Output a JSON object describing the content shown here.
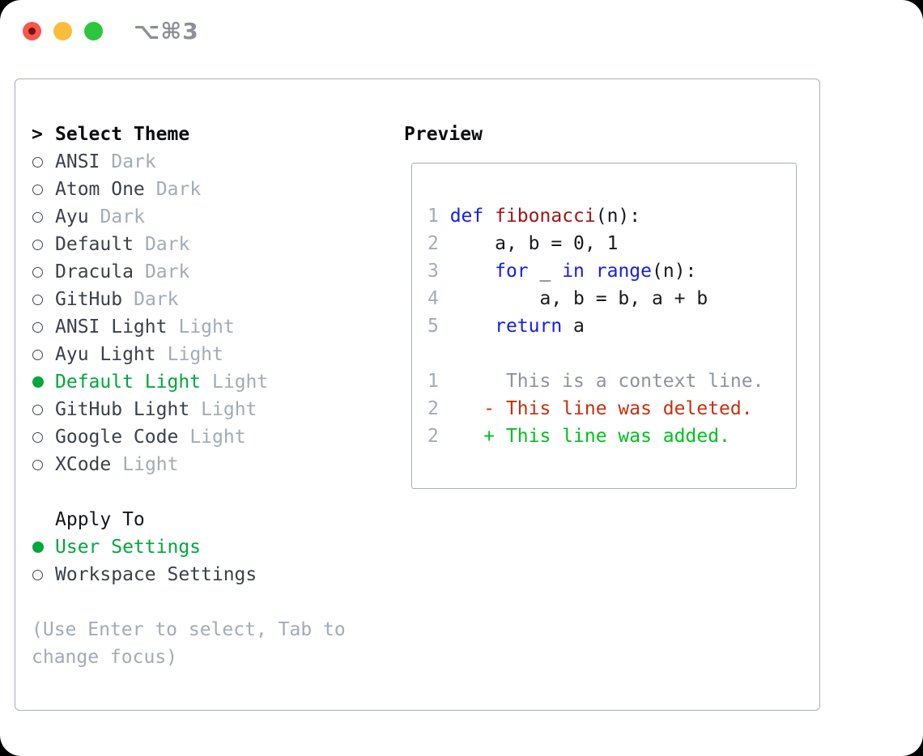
{
  "colors": {
    "accent_green": "#00a83c",
    "added_green": "#00c01e",
    "deleted_red": "#c5300e",
    "keyword_blue": "#1420e6",
    "function_red": "#a31515",
    "muted": "#a2abb8",
    "context_gray": "#8d949f",
    "text": "#3a414b",
    "heading": "#0b0c0f",
    "border": "#a7afb9",
    "titlebar_text": "#8b9096",
    "traffic_red": "#f4574d",
    "traffic_red_dot": "#7c0f06",
    "traffic_yellow": "#f9bd39",
    "traffic_green": "#2ec63e"
  },
  "titlebar": {
    "title": "⌥⌘3",
    "traffic_lights": [
      "close",
      "minimize",
      "zoom"
    ]
  },
  "picker": {
    "prompt": ">",
    "title": "Select Theme",
    "themes": [
      {
        "name": "ANSI",
        "tag": "Dark",
        "selected": false
      },
      {
        "name": "Atom One",
        "tag": "Dark",
        "selected": false
      },
      {
        "name": "Ayu",
        "tag": "Dark",
        "selected": false
      },
      {
        "name": "Default",
        "tag": "Dark",
        "selected": false
      },
      {
        "name": "Dracula",
        "tag": "Dark",
        "selected": false
      },
      {
        "name": "GitHub",
        "tag": "Dark",
        "selected": false
      },
      {
        "name": "ANSI Light",
        "tag": "Light",
        "selected": false
      },
      {
        "name": "Ayu Light",
        "tag": "Light",
        "selected": false
      },
      {
        "name": "Default Light",
        "tag": "Light",
        "selected": true
      },
      {
        "name": "GitHub Light",
        "tag": "Light",
        "selected": false
      },
      {
        "name": "Google Code",
        "tag": "Light",
        "selected": false
      },
      {
        "name": "XCode",
        "tag": "Light",
        "selected": false
      }
    ],
    "apply_to": {
      "title": "Apply To",
      "options": [
        {
          "name": "User Settings",
          "selected": true
        },
        {
          "name": "Workspace Settings",
          "selected": false
        }
      ]
    },
    "hint_lines": [
      "(Use Enter to select, Tab to",
      "change focus)"
    ]
  },
  "preview": {
    "title": "Preview",
    "lines": [
      {
        "num": "1",
        "segments": [
          {
            "text": "def",
            "style": "keyword"
          },
          {
            "text": " ",
            "style": "plain"
          },
          {
            "text": "fibonacci",
            "style": "function"
          },
          {
            "text": "(n):",
            "style": "plain"
          }
        ]
      },
      {
        "num": "2",
        "segments": [
          {
            "text": "    a, b = 0, 1",
            "style": "plain"
          }
        ]
      },
      {
        "num": "3",
        "segments": [
          {
            "text": "    ",
            "style": "plain"
          },
          {
            "text": "for",
            "style": "keyword"
          },
          {
            "text": " _ ",
            "style": "plain"
          },
          {
            "text": "in",
            "style": "keyword"
          },
          {
            "text": " ",
            "style": "plain"
          },
          {
            "text": "range",
            "style": "keyword"
          },
          {
            "text": "(n):",
            "style": "plain"
          }
        ]
      },
      {
        "num": "4",
        "segments": [
          {
            "text": "        a, b = b, a + b",
            "style": "plain"
          }
        ]
      },
      {
        "num": "5",
        "segments": [
          {
            "text": "    ",
            "style": "plain"
          },
          {
            "text": "return",
            "style": "keyword"
          },
          {
            "text": " a",
            "style": "plain"
          }
        ]
      },
      {
        "num": "",
        "segments": []
      },
      {
        "num": "1",
        "segments": [
          {
            "text": "     This is a context line.",
            "style": "context"
          }
        ]
      },
      {
        "num": "2",
        "segments": [
          {
            "text": "   - This line was deleted.",
            "style": "deleted"
          }
        ]
      },
      {
        "num": "2",
        "segments": [
          {
            "text": "   + This line was added.",
            "style": "added"
          }
        ]
      }
    ]
  }
}
